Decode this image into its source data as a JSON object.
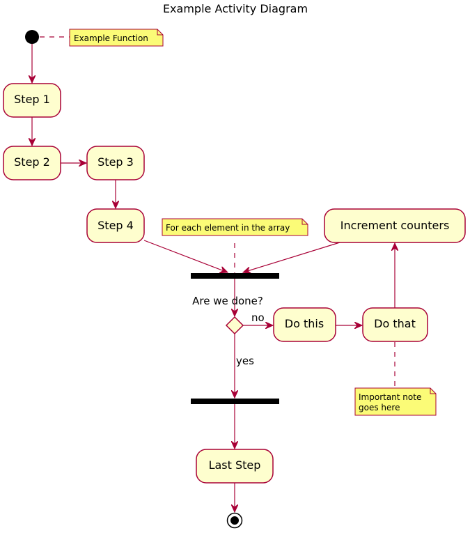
{
  "title": "Example Activity Diagram",
  "notes": {
    "example_function": "Example Function",
    "for_each": "For each element in the array",
    "important_line1": "Important note",
    "important_line2": "goes here"
  },
  "activities": {
    "step1": "Step 1",
    "step2": "Step 2",
    "step3": "Step 3",
    "step4": "Step 4",
    "increment": "Increment counters",
    "do_this": "Do this",
    "do_that": "Do that",
    "last_step": "Last Step"
  },
  "decision": {
    "question": "Are we done?",
    "no_label": "no",
    "yes_label": "yes"
  },
  "colors": {
    "activity_fill": "#FEFECE",
    "border": "#A80036",
    "note_fill": "#FBFB77",
    "bar": "#000000"
  }
}
